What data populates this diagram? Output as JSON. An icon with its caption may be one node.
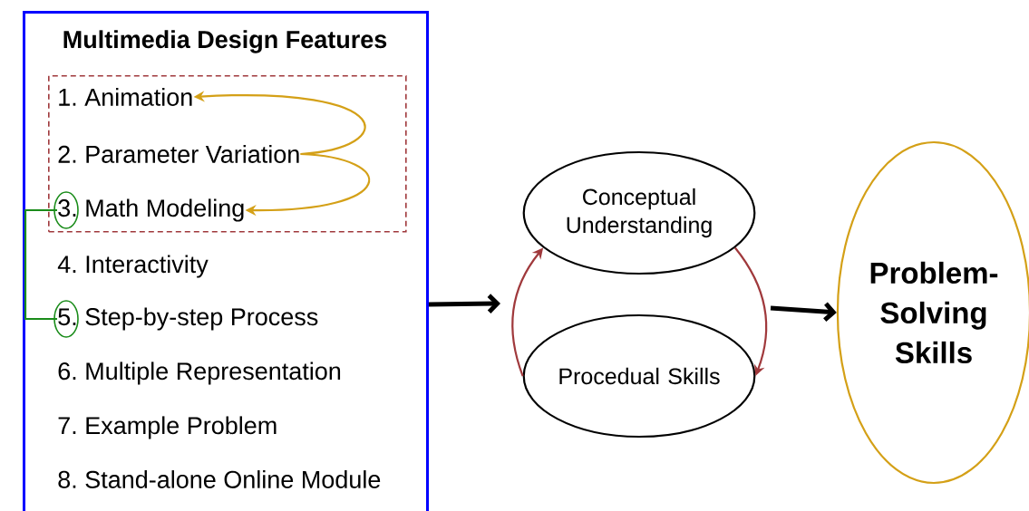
{
  "diagram": {
    "nodes": [
      {
        "text": [
          "Multimedia Design Features"
        ]
      },
      {
        "text": [],
        "shape": "box",
        "in": 0
      },
      {
        "text": [
          "1. Animation"
        ],
        "in": 1
      },
      {
        "text": [
          "2. Parameter Variation"
        ],
        "in": 1
      },
      {
        "text": [
          "3. Math Modeling"
        ],
        "in": 1
      },
      {
        "text": [
          "4. Interactivity"
        ],
        "in": 0
      },
      {
        "text": [
          "5. Step-by-step Process"
        ],
        "in": 0
      },
      {
        "text": [
          "6. Multiple Representation"
        ],
        "in": 0
      },
      {
        "text": [
          "7. Example Problem"
        ],
        "in": 0
      },
      {
        "text": [
          "8. Stand-alone Online Module"
        ],
        "in": 0
      },
      {
        "text": [
          "Conceptual Understanding"
        ]
      },
      {
        "text": [
          "Procedual Skills"
        ]
      },
      {
        "text": [
          "Problem-Solving Skills"
        ]
      }
    ],
    "edges": [
      {
        "from": 3,
        "to": 2,
        "arrow": "to",
        "color": "#d4a017"
      },
      {
        "from": 3,
        "to": 4,
        "arrow": "to",
        "color": "#d4a017"
      },
      {
        "from": 4,
        "to": 6,
        "arrow": "none",
        "color": "#1a8c1a"
      },
      {
        "from": 0,
        "to": null,
        "arrow": "to",
        "style": "thick",
        "color": "#000000"
      },
      {
        "from": 11,
        "to": 10,
        "arrow": "to",
        "color": "#a0393c"
      },
      {
        "from": 10,
        "to": 11,
        "arrow": "to",
        "color": "#a0393c"
      },
      {
        "from": null,
        "to": 12,
        "arrow": "to",
        "style": "thick",
        "color": "#000000"
      }
    ]
  }
}
